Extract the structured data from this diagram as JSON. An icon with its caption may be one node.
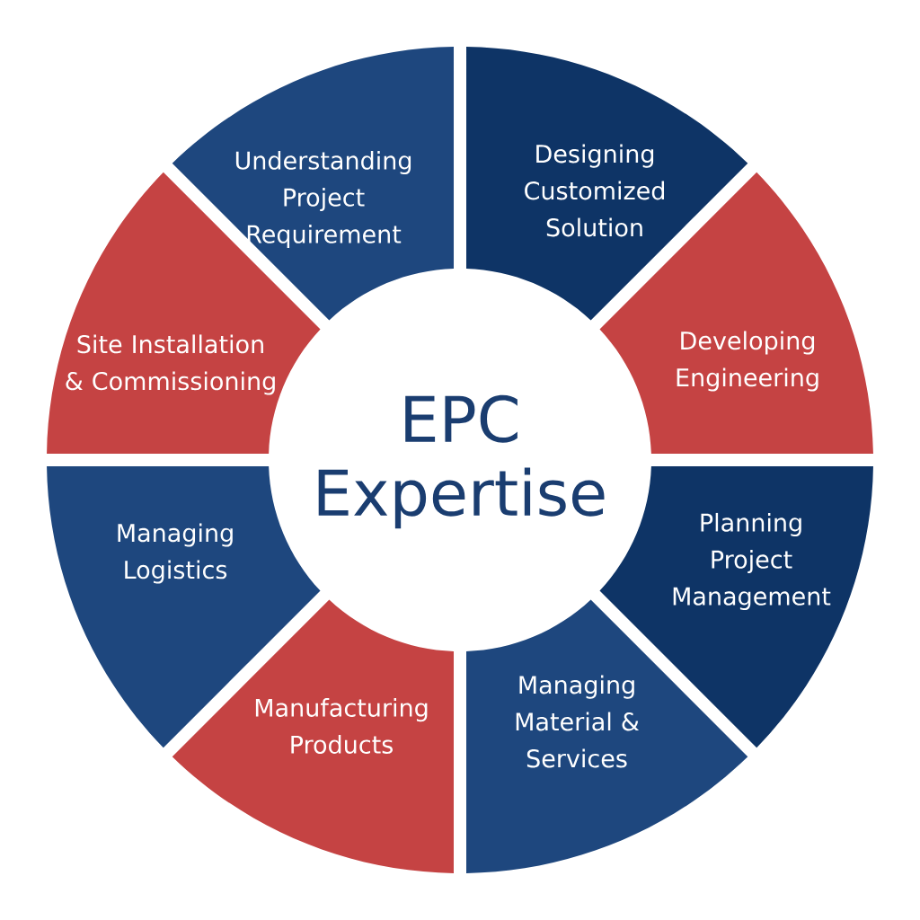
{
  "diagram": {
    "nodes": [
      {
        "text": [
          "EPC Expertise"
        ]
      },
      {
        "text": [
          "Understanding Project Requirement"
        ]
      },
      {
        "text": [
          "Designing Customized Solution"
        ]
      },
      {
        "text": [
          "Developing Engineering"
        ]
      },
      {
        "text": [
          "Planning Project Management"
        ]
      },
      {
        "text": [
          "Managing Material & Services"
        ]
      },
      {
        "text": [
          "Manufacturing Products"
        ]
      },
      {
        "text": [
          "Managing Logistics"
        ]
      },
      {
        "text": [
          "Site Installation & Commissioning"
        ]
      }
    ]
  }
}
